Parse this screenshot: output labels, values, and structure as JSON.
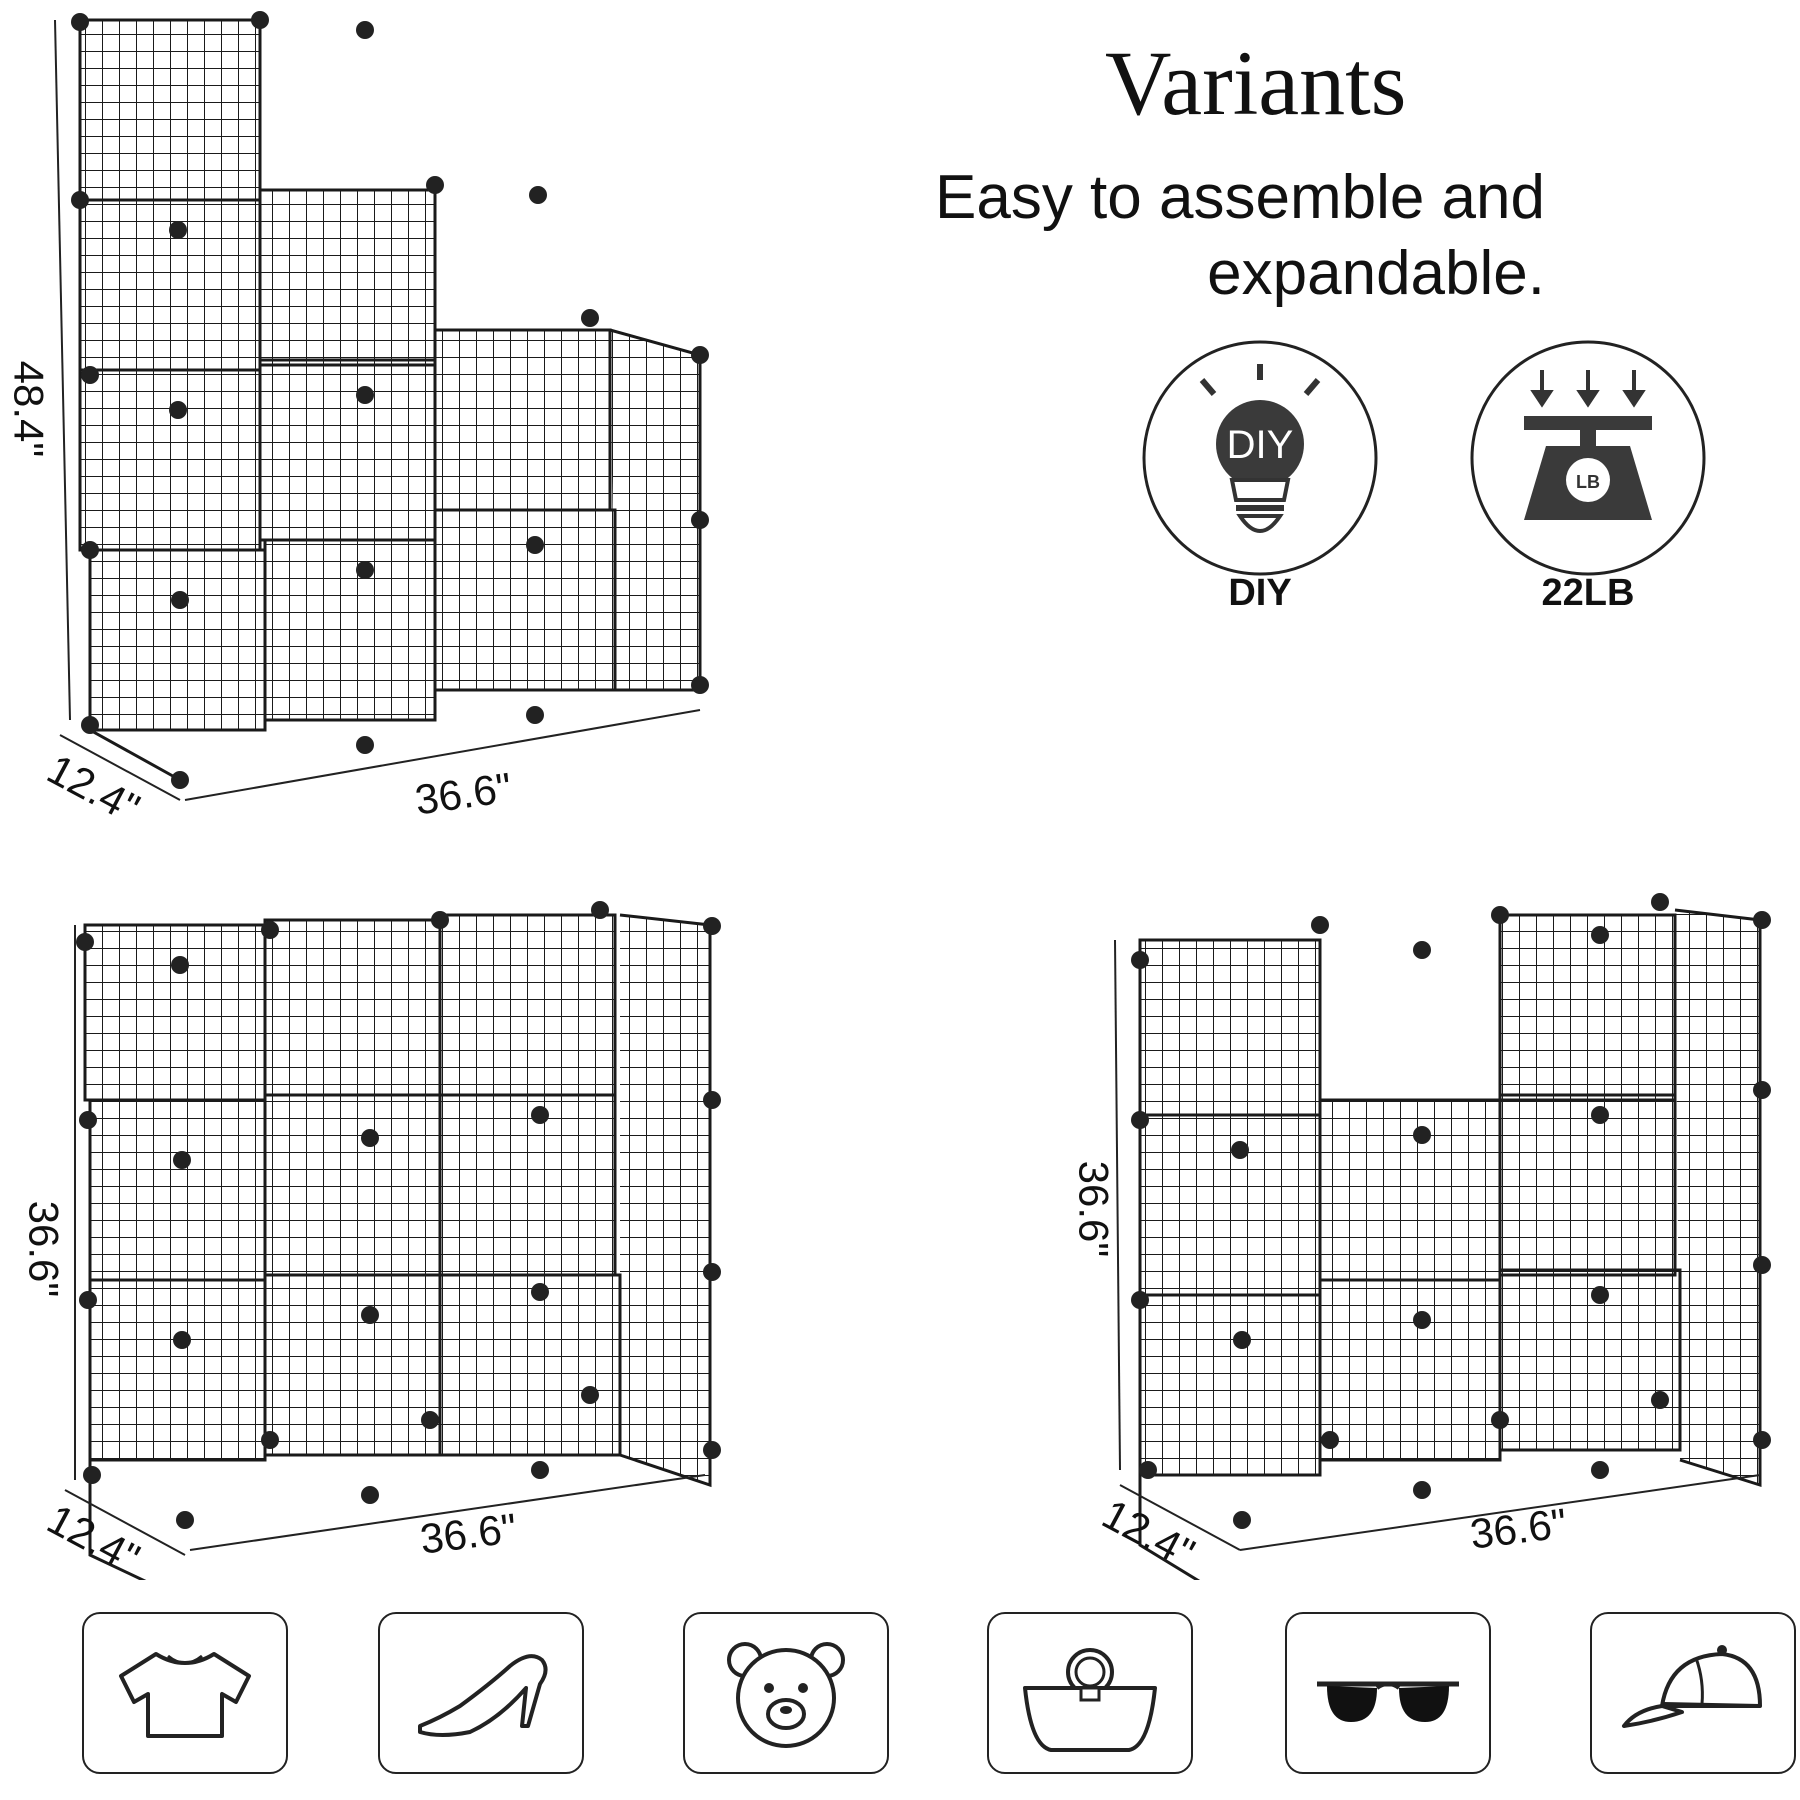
{
  "header": {
    "title": "Variants",
    "subtitle_line1": "Easy to assemble and",
    "subtitle_line2": "expandable."
  },
  "features": [
    {
      "icon": "diy-lightbulb-icon",
      "badge": "DIY",
      "label": "DIY"
    },
    {
      "icon": "weight-scale-icon",
      "badge": "LB",
      "label": "22LB"
    }
  ],
  "variants": [
    {
      "name": "stair-shelf",
      "height": "48.4\"",
      "width": "36.6\"",
      "depth": "12.4\""
    },
    {
      "name": "nine-cube-shelf",
      "height": "36.6\"",
      "width": "36.6\"",
      "depth": "12.4\""
    },
    {
      "name": "eight-cube-shelf",
      "height": "36.6\"",
      "width": "36.6\"",
      "depth": "12.4\""
    }
  ],
  "usage_icons": [
    "t-shirt-icon",
    "high-heel-icon",
    "teddy-bear-icon",
    "handbag-icon",
    "sunglasses-icon",
    "baseball-cap-icon"
  ],
  "colors": {
    "wire": "#1a1a1a",
    "icon_fill": "#3a3a3a",
    "background": "#ffffff"
  }
}
